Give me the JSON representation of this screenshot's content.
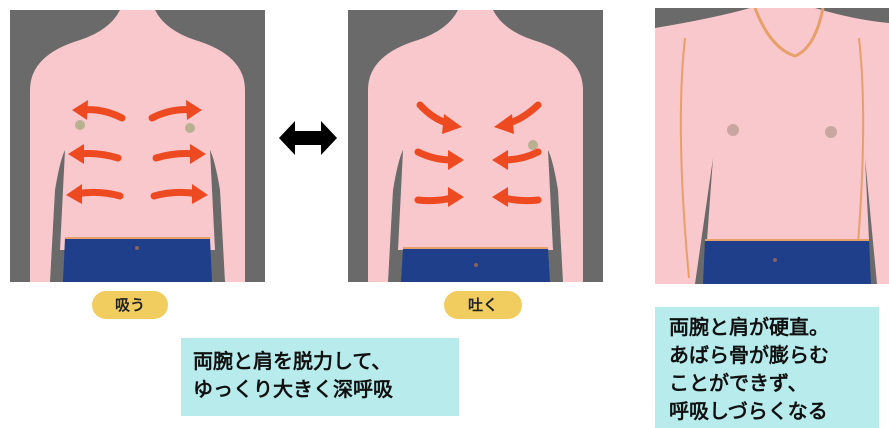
{
  "labels": {
    "inhale": "吸う",
    "exhale": "吐く"
  },
  "captions": {
    "relaxed": "両腕と肩を脱力して、\nゆっくり大きく深呼吸",
    "tense": "両腕と肩が硬直。\nあばら骨が膨らむ\nことができず、\n呼吸しづらくなる"
  },
  "colors": {
    "skin": "#f8c8cc",
    "panel_bg": "#6a6a6a",
    "arrow": "#ee4a22",
    "shorts": "#1f3f8a",
    "label_pill": "#f0cd5e",
    "caption_box": "#b8ecec"
  },
  "icons": {
    "breath_toggle": "double-headed-arrow-icon",
    "breath_direction": "curved-arrow-icon"
  }
}
